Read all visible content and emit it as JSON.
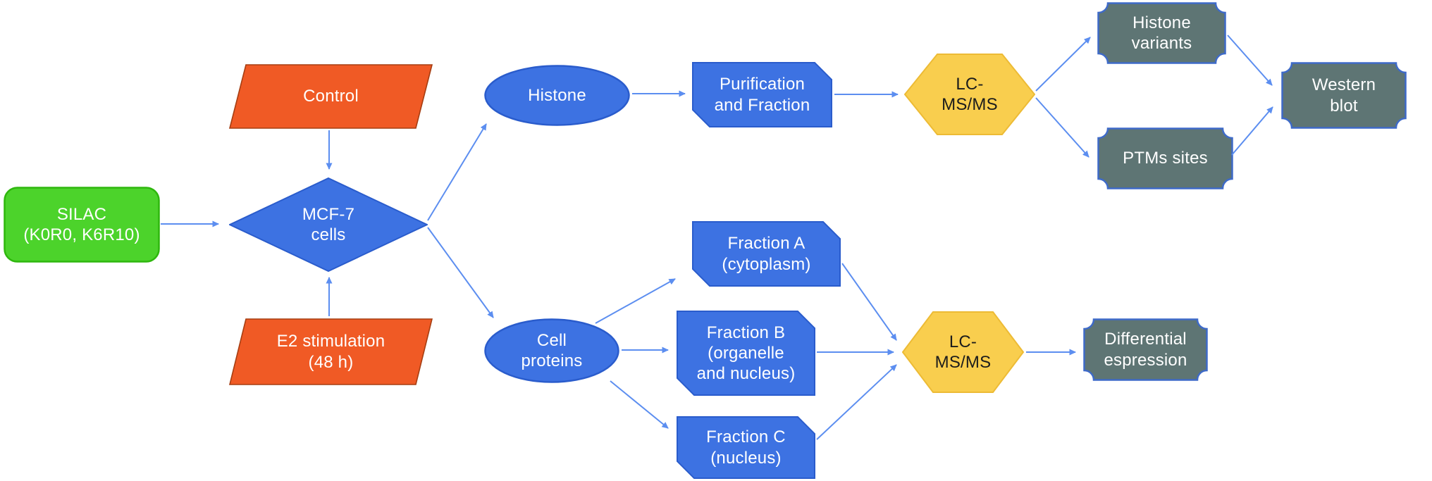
{
  "nodes": {
    "silac": {
      "label": "SILAC\n(K0R0, K6R10)",
      "shape": "rounded-rectangle",
      "fill": "#4CD32B"
    },
    "control": {
      "label": "Control",
      "shape": "parallelogram",
      "fill": "#F05A25"
    },
    "e2": {
      "label": "E2 stimulation\n(48 h)",
      "shape": "parallelogram",
      "fill": "#F05A25"
    },
    "mcf7": {
      "label": "MCF-7\ncells",
      "shape": "diamond",
      "fill": "#3D72E2"
    },
    "histone": {
      "label": "Histone",
      "shape": "ellipse",
      "fill": "#3D72E2"
    },
    "purification": {
      "label": "Purification\nand Fraction",
      "shape": "snip-corner-rectangle",
      "fill": "#3D72E2"
    },
    "lcmsms_top": {
      "label": "LC-\nMS/MS",
      "shape": "hexagon",
      "fill": "#F9CE4E"
    },
    "histone_variants": {
      "label": "Histone\nvariants",
      "shape": "plaque",
      "fill": "#5E7574"
    },
    "ptms_sites": {
      "label": "PTMs sites",
      "shape": "plaque",
      "fill": "#5E7574"
    },
    "western_blot": {
      "label": "Western\nblot",
      "shape": "plaque",
      "fill": "#5E7574"
    },
    "cell_proteins": {
      "label": "Cell\nproteins",
      "shape": "ellipse",
      "fill": "#3D72E2"
    },
    "fraction_a": {
      "label": "Fraction A\n(cytoplasm)",
      "shape": "snip-corner-rectangle",
      "fill": "#3D72E2"
    },
    "fraction_b": {
      "label": "Fraction B\n(organelle\nand nucleus)",
      "shape": "snip-corner-rectangle",
      "fill": "#3D72E2"
    },
    "fraction_c": {
      "label": "Fraction C\n(nucleus)",
      "shape": "snip-corner-rectangle",
      "fill": "#3D72E2"
    },
    "lcmsms_bottom": {
      "label": "LC-\nMS/MS",
      "shape": "hexagon",
      "fill": "#F9CE4E"
    },
    "differential": {
      "label": "Differential\nespression",
      "shape": "plaque",
      "fill": "#5E7574"
    }
  },
  "edges": [
    {
      "from": "silac",
      "to": "mcf7"
    },
    {
      "from": "control",
      "to": "mcf7"
    },
    {
      "from": "e2",
      "to": "mcf7"
    },
    {
      "from": "mcf7",
      "to": "histone"
    },
    {
      "from": "mcf7",
      "to": "cell_proteins"
    },
    {
      "from": "histone",
      "to": "purification"
    },
    {
      "from": "purification",
      "to": "lcmsms_top"
    },
    {
      "from": "lcmsms_top",
      "to": "histone_variants"
    },
    {
      "from": "lcmsms_top",
      "to": "ptms_sites"
    },
    {
      "from": "histone_variants",
      "to": "western_blot"
    },
    {
      "from": "ptms_sites",
      "to": "western_blot"
    },
    {
      "from": "cell_proteins",
      "to": "fraction_a"
    },
    {
      "from": "cell_proteins",
      "to": "fraction_b"
    },
    {
      "from": "cell_proteins",
      "to": "fraction_c"
    },
    {
      "from": "fraction_a",
      "to": "lcmsms_bottom"
    },
    {
      "from": "fraction_b",
      "to": "lcmsms_bottom"
    },
    {
      "from": "fraction_c",
      "to": "lcmsms_bottom"
    },
    {
      "from": "lcmsms_bottom",
      "to": "differential"
    }
  ],
  "colors": {
    "blue_fill": "#3D72E2",
    "blue_stroke": "#2A5CCC",
    "orange_fill": "#F05A25",
    "orange_stroke": "#A63E12",
    "green_fill": "#4CD32B",
    "green_stroke": "#2EB70D",
    "yellow_fill": "#F9CE4E",
    "yellow_stroke": "#EDBB35",
    "gray_fill": "#5E7574",
    "plaque_stroke": "#3E6AC8",
    "arrow": "#5C8EF0",
    "text_light": "#FFFFFF",
    "text_dark": "#1C1C1C"
  }
}
